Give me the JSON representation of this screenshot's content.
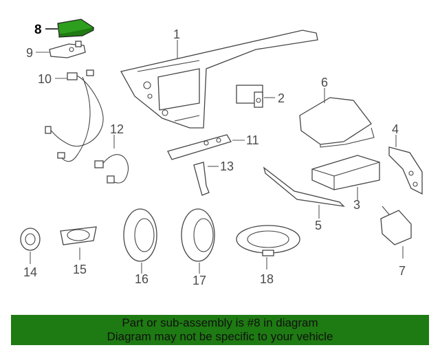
{
  "diagram": {
    "highlighted_part": "8",
    "callouts": [
      "1",
      "2",
      "3",
      "4",
      "5",
      "6",
      "7",
      "8",
      "9",
      "10",
      "11",
      "12",
      "13",
      "14",
      "15",
      "16",
      "17",
      "18"
    ],
    "highlight_color": "#2e9e1e"
  },
  "banner": {
    "line1": "Part or sub-assembly is #8 in diagram",
    "line2": "Diagram may not be specific to your vehicle",
    "background": "#1e7a12"
  }
}
